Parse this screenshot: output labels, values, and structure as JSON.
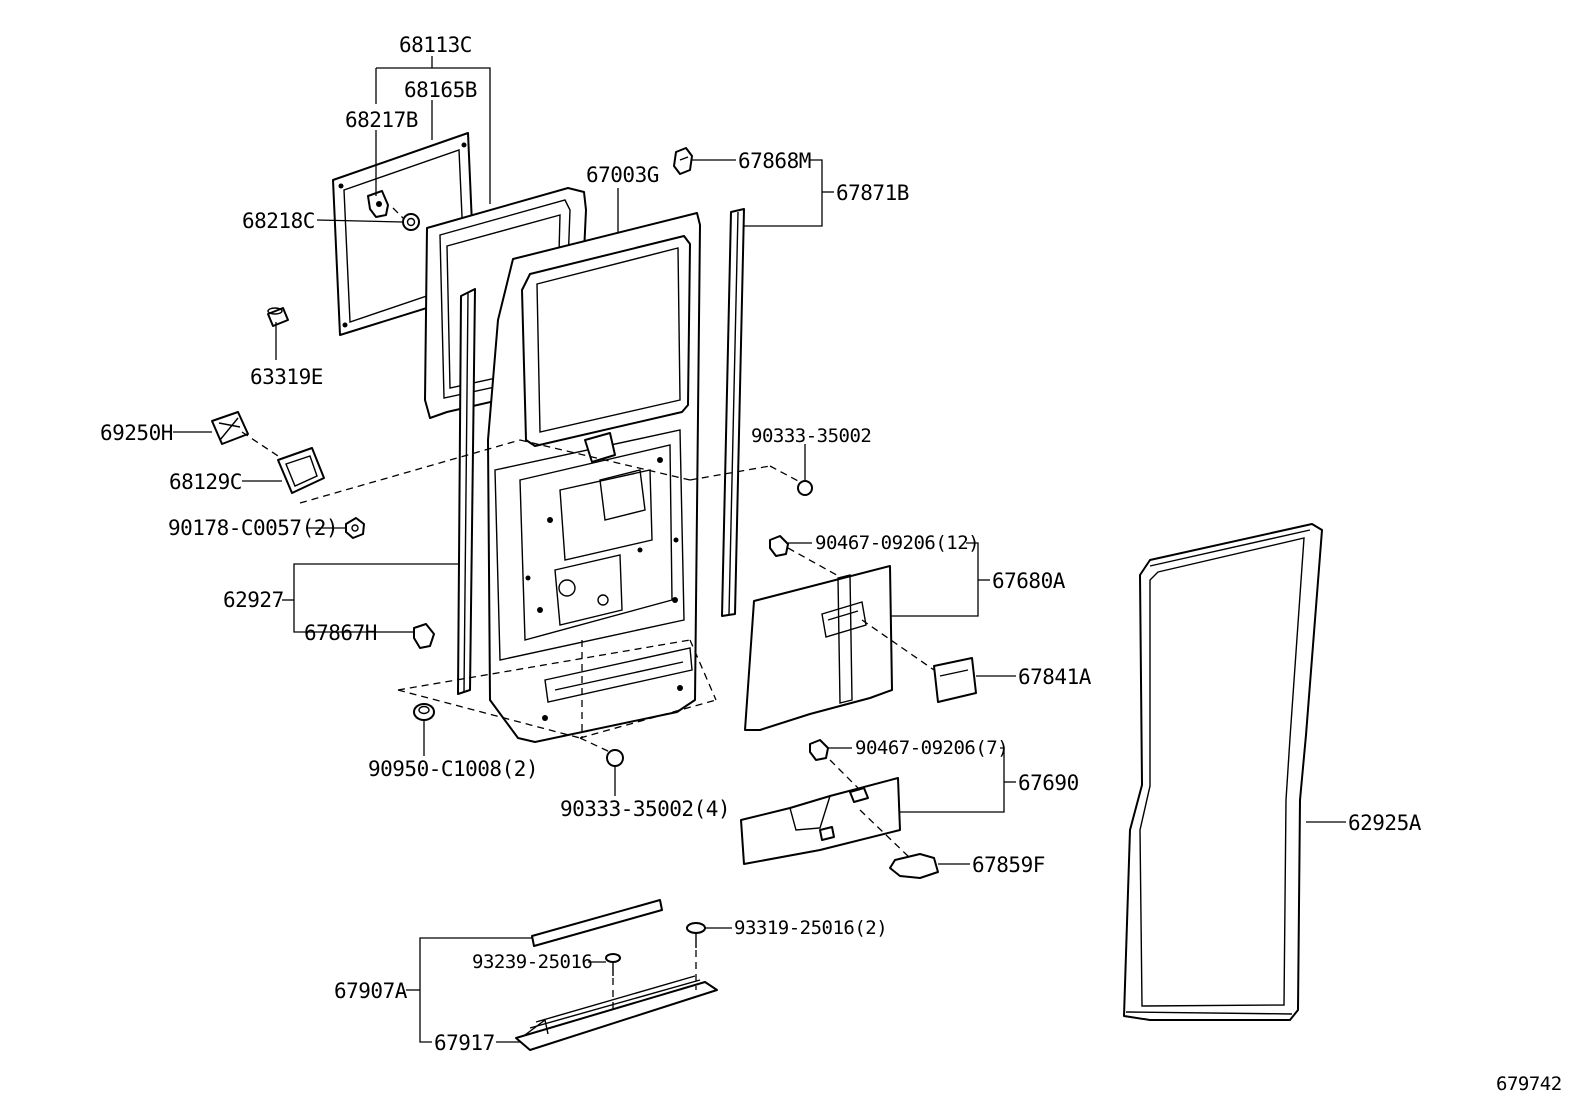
{
  "diagram": {
    "reference_number": "679742",
    "callouts": [
      {
        "id": "68113C",
        "text": "68113C"
      },
      {
        "id": "68165B",
        "text": "68165B"
      },
      {
        "id": "68217B",
        "text": "68217B"
      },
      {
        "id": "68218C",
        "text": "68218C"
      },
      {
        "id": "63319E",
        "text": "63319E"
      },
      {
        "id": "69250H",
        "text": "69250H"
      },
      {
        "id": "68129C",
        "text": "68129C"
      },
      {
        "id": "90178-C0057",
        "text": "90178-C0057(2)"
      },
      {
        "id": "62927",
        "text": "62927"
      },
      {
        "id": "67867H",
        "text": "67867H"
      },
      {
        "id": "90950-C1008",
        "text": "90950-C1008(2)"
      },
      {
        "id": "90333-35002-4",
        "text": "90333-35002(4)"
      },
      {
        "id": "67003G",
        "text": "67003G"
      },
      {
        "id": "67868M",
        "text": "67868M"
      },
      {
        "id": "67871B",
        "text": "67871B"
      },
      {
        "id": "90333-35002",
        "text": "90333-35002"
      },
      {
        "id": "90467-09206-12",
        "text": "90467-09206(12)"
      },
      {
        "id": "67680A",
        "text": "67680A"
      },
      {
        "id": "67841A",
        "text": "67841A"
      },
      {
        "id": "90467-09206-7",
        "text": "90467-09206(7)"
      },
      {
        "id": "67690",
        "text": "67690"
      },
      {
        "id": "67859F",
        "text": "67859F"
      },
      {
        "id": "62925A",
        "text": "62925A"
      },
      {
        "id": "93319-25016",
        "text": "93319-25016(2)"
      },
      {
        "id": "93239-25016",
        "text": "93239-25016"
      },
      {
        "id": "67907A",
        "text": "67907A"
      },
      {
        "id": "67917",
        "text": "67917"
      }
    ]
  }
}
